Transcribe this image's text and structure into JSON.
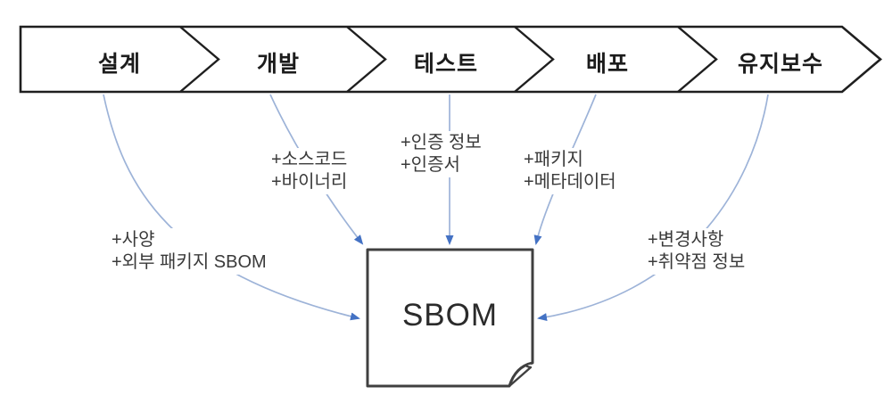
{
  "diagram": {
    "stages": [
      {
        "label": "설계"
      },
      {
        "label": "개발"
      },
      {
        "label": "테스트"
      },
      {
        "label": "배포"
      },
      {
        "label": "유지보수"
      }
    ],
    "annotations": [
      {
        "from": "설계",
        "lines": [
          "+사양",
          "+외부 패키지 SBOM"
        ]
      },
      {
        "from": "개발",
        "lines": [
          "+소스코드",
          "+바이너리"
        ]
      },
      {
        "from": "테스트",
        "lines": [
          "+인증 정보",
          "+인증서"
        ]
      },
      {
        "from": "배포",
        "lines": [
          "+패키지",
          "+메타데이터"
        ]
      },
      {
        "from": "유지보수",
        "lines": [
          "+변경사항",
          "+취약점 정보"
        ]
      }
    ],
    "sbom_label": "SBOM",
    "colors": {
      "flow_line": "#9db3d8",
      "arrow_head": "#4472c4",
      "stage_stroke": "#1f1f1f",
      "document_stroke": "#404040",
      "text": "#3a3a3a"
    }
  }
}
